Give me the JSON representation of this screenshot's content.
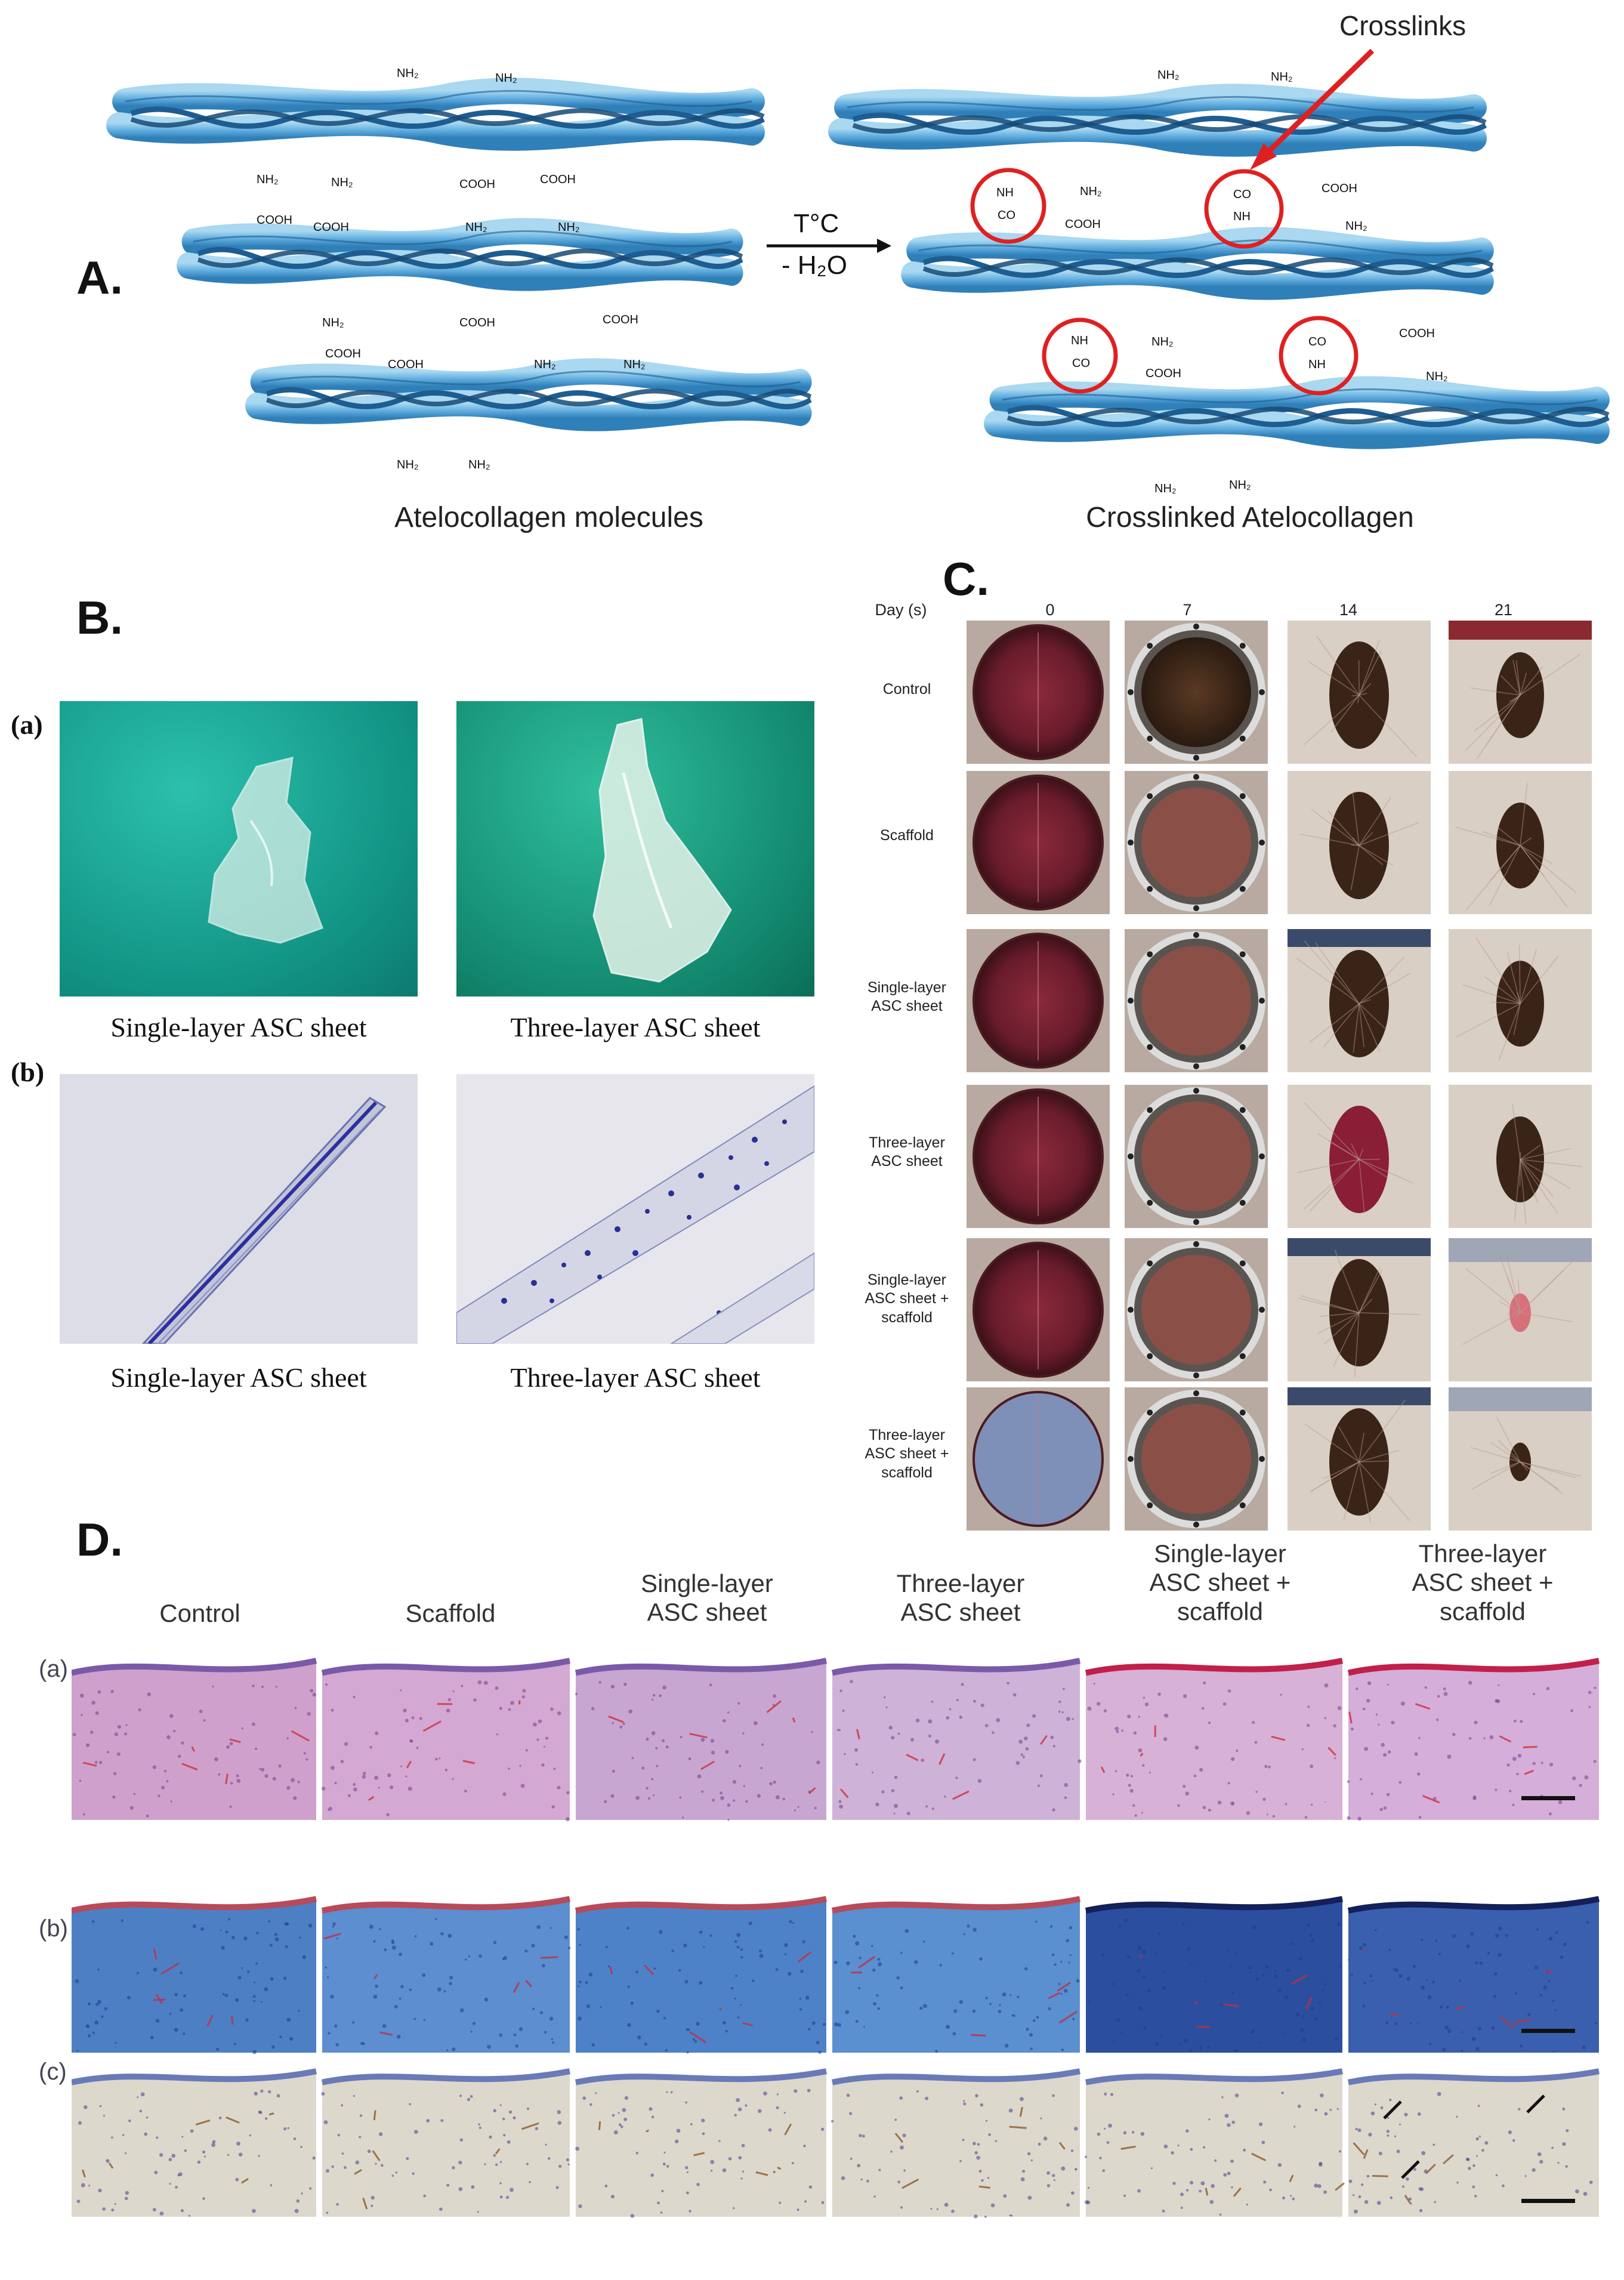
{
  "panelA": {
    "letter": "A.",
    "crosslinks_label": "Crosslinks",
    "arrow_top": "T°C",
    "arrow_bottom": "- H₂O",
    "left_caption": "Atelocollagen molecules",
    "right_caption": "Crosslinked Atelocollagen",
    "group_labels": {
      "nh2": "NH₂",
      "cooh": "COOH",
      "nh": "NH",
      "co": "CO"
    }
  },
  "panelB": {
    "letter": "B.",
    "row_a": "(a)",
    "row_b": "(b)",
    "captions": [
      "Single-layer ASC sheet",
      "Three-layer ASC sheet",
      "Single-layer ASC sheet",
      "Three-layer ASC sheet"
    ]
  },
  "panelC": {
    "letter": "C.",
    "day_label": "Day (s)",
    "days": [
      "0",
      "7",
      "14",
      "21"
    ],
    "rows": [
      [
        "Control"
      ],
      [
        "Scaffold"
      ],
      [
        "Single-layer",
        "ASC sheet"
      ],
      [
        "Three-layer",
        "ASC sheet"
      ],
      [
        "Single-layer",
        "ASC sheet +",
        "scaffold"
      ],
      [
        "Three-layer",
        "ASC sheet +",
        "scaffold"
      ]
    ]
  },
  "panelD": {
    "letter": "D.",
    "columns": [
      [
        "Control"
      ],
      [
        "Scaffold"
      ],
      [
        "Single-layer",
        "ASC sheet"
      ],
      [
        "Three-layer",
        "ASC sheet"
      ],
      [
        "Single-layer",
        "ASC sheet +",
        "scaffold"
      ],
      [
        "Three-layer",
        "ASC sheet +",
        "scaffold"
      ]
    ],
    "rows": [
      "(a)",
      "(b)",
      "(c)"
    ]
  },
  "colors": {
    "helix_light": "#7fc1e4",
    "helix_dark": "#1f5f93",
    "crosslink_circle": "#e02020",
    "teal_background": "#1aa79a",
    "he_stain": "#c98cc0",
    "masson_blue": "#3b6fbd",
    "dab_background": "#d9d6cc"
  }
}
